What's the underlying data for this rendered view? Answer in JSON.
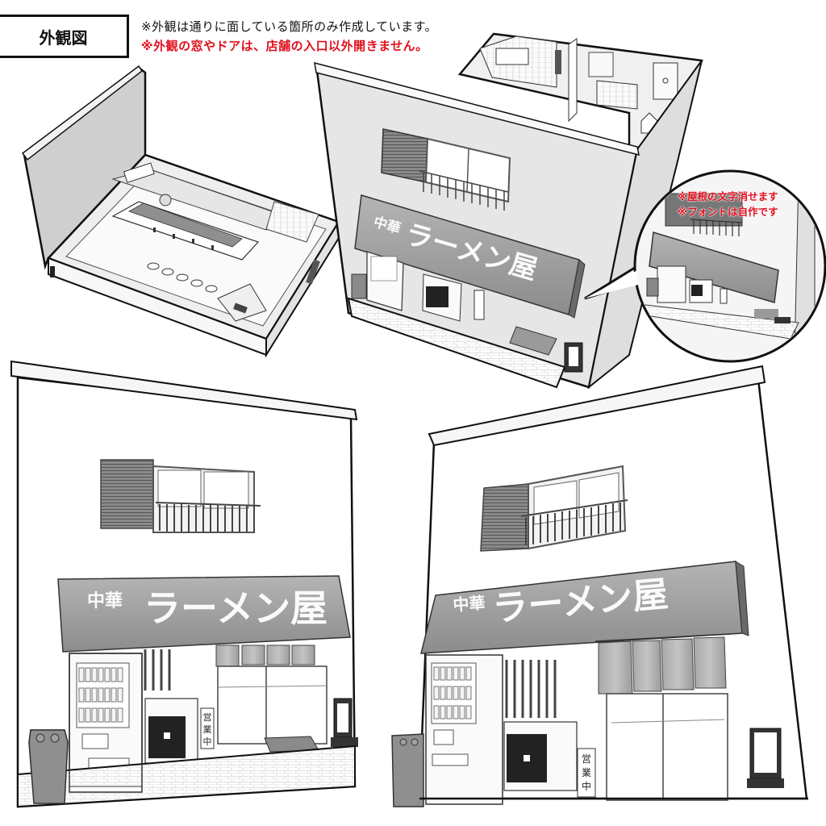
{
  "header": {
    "title": "外観図",
    "note_1": "※外観は通りに面している箇所のみ作成しています。",
    "note_2": "※外観の窓やドアは、店舗の入口以外開きません。"
  },
  "callout": {
    "note_1": "※屋根の文字消せます",
    "note_2": "※フォントは自作です"
  },
  "shop": {
    "awning_small": "中華",
    "awning_large": "ラーメン屋",
    "open_sign": "営業中"
  },
  "views": [
    {
      "id": "interior-isometric",
      "label": "Top-left isometric cutaway of shop interior (counter, stools, kitchen)"
    },
    {
      "id": "exterior-aerial",
      "label": "Top-center aerial view of storefront with upper floor rooms"
    },
    {
      "id": "zoom-callout",
      "label": "Circular callout showing awning without lettering"
    },
    {
      "id": "front-elevation-left",
      "label": "Bottom-left low-angle storefront view"
    },
    {
      "id": "front-elevation-right",
      "label": "Bottom-right low-angle storefront view"
    }
  ],
  "colors": {
    "note_red": "#e0101e",
    "awning_gray": "#9a9a9a",
    "line": "#111111",
    "wall": "#f4f4f4"
  }
}
